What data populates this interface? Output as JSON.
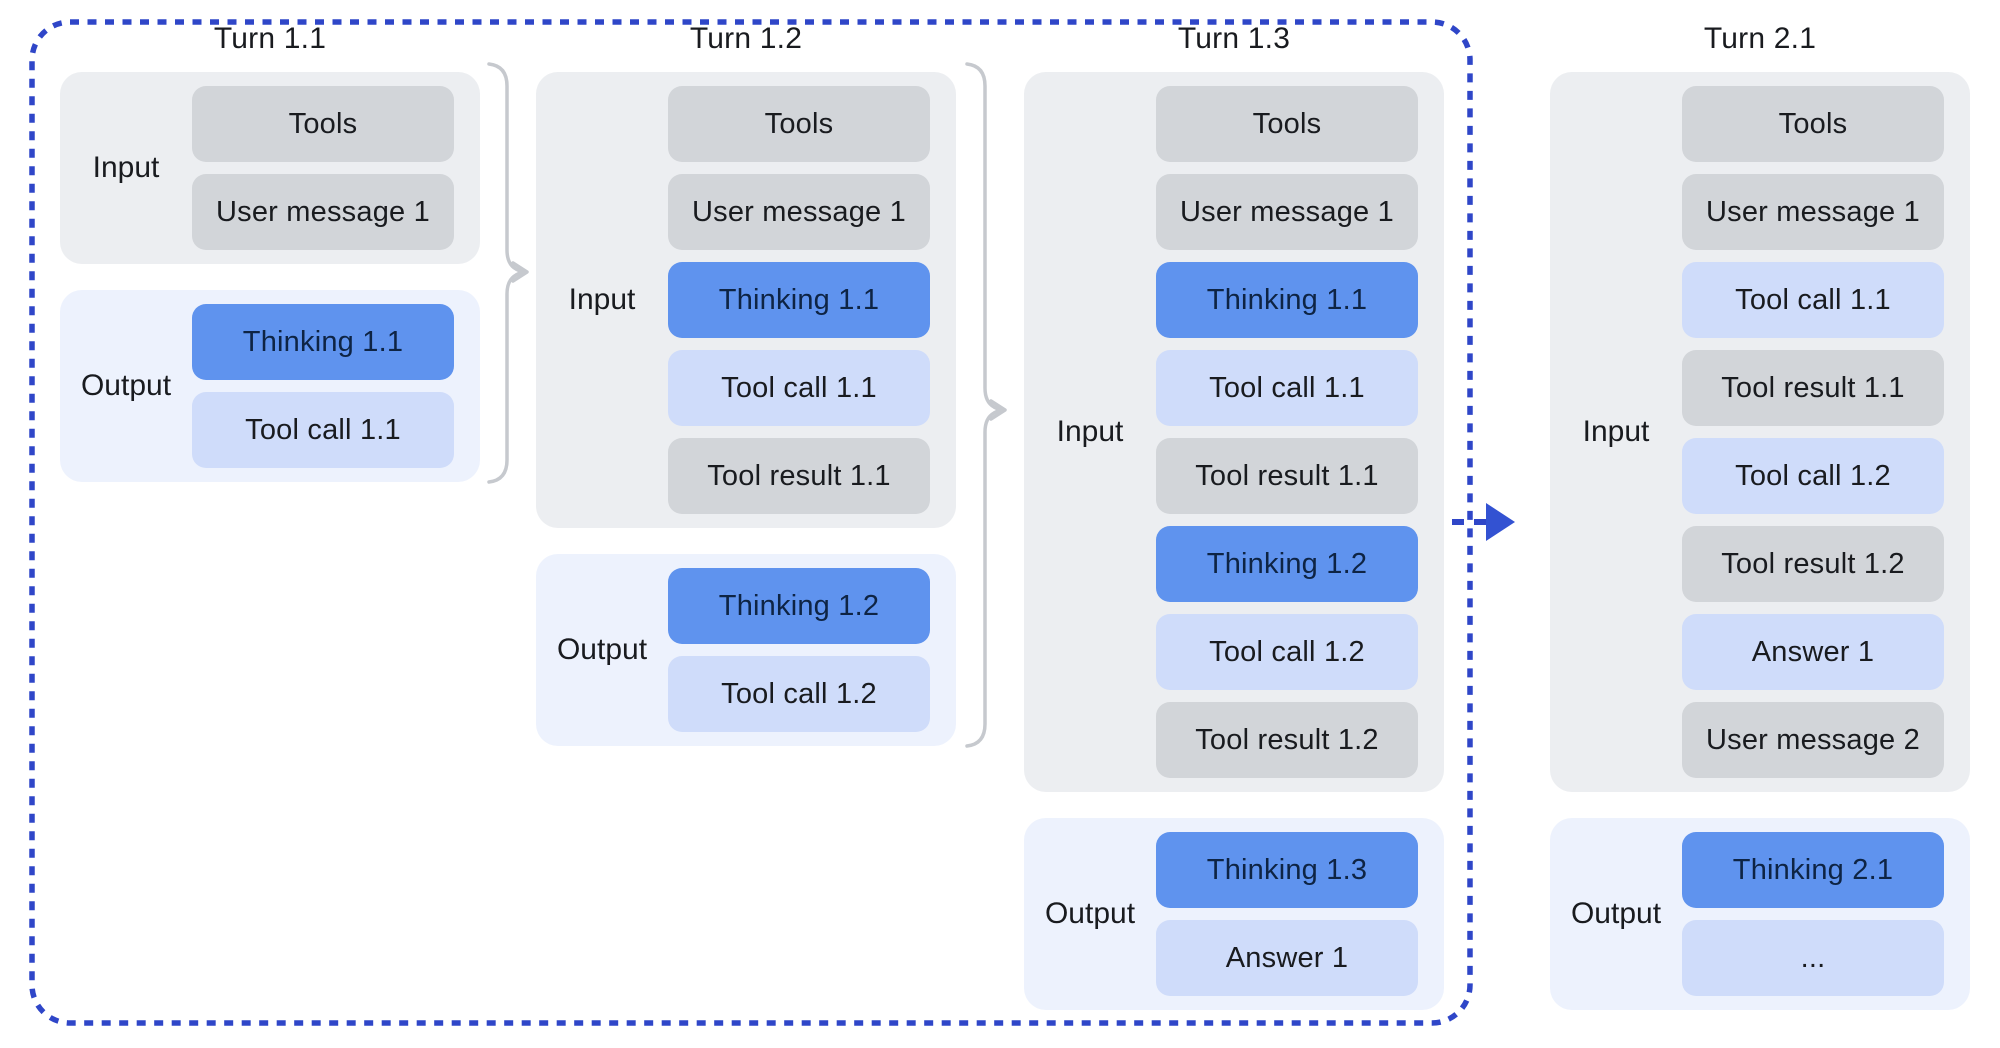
{
  "diagram": {
    "description": "Multi-turn conversation context diagram with thinking blocks",
    "colors": {
      "frame_blue": "#2f46c8",
      "arrow_blue": "#3352d2",
      "brace_gray": "#c6c9ce",
      "chip_gray": "#d2d5d9",
      "chip_light_blue": "#cfdcfa",
      "chip_thinking_blue": "#5f93ee",
      "input_group_bg": "#eceef1",
      "output_group_bg": "#edf2fd",
      "text": "#191b1f",
      "thinking_text": "#0e2444"
    },
    "icons": {
      "brace_connector": "curly-brace-arrow-right",
      "next_turn_arrow": "dashed-arrow-right"
    },
    "columns": [
      {
        "title": "Turn 1.1",
        "inside_dashed_frame": true,
        "input": {
          "label": "Input",
          "chips": [
            {
              "label": "Tools",
              "type": "gray"
            },
            {
              "label": "User message 1",
              "type": "gray"
            }
          ]
        },
        "output": {
          "label": "Output",
          "chips": [
            {
              "label": "Thinking 1.1",
              "type": "blue"
            },
            {
              "label": "Tool call 1.1",
              "type": "light-blue"
            }
          ]
        }
      },
      {
        "title": "Turn 1.2",
        "inside_dashed_frame": true,
        "input": {
          "label": "Input",
          "chips": [
            {
              "label": "Tools",
              "type": "gray"
            },
            {
              "label": "User message 1",
              "type": "gray"
            },
            {
              "label": "Thinking 1.1",
              "type": "blue"
            },
            {
              "label": "Tool call 1.1",
              "type": "light-blue"
            },
            {
              "label": "Tool result 1.1",
              "type": "gray"
            }
          ]
        },
        "output": {
          "label": "Output",
          "chips": [
            {
              "label": "Thinking 1.2",
              "type": "blue"
            },
            {
              "label": "Tool call 1.2",
              "type": "light-blue"
            }
          ]
        }
      },
      {
        "title": "Turn 1.3",
        "inside_dashed_frame": true,
        "input": {
          "label": "Input",
          "chips": [
            {
              "label": "Tools",
              "type": "gray"
            },
            {
              "label": "User message 1",
              "type": "gray"
            },
            {
              "label": "Thinking 1.1",
              "type": "blue"
            },
            {
              "label": "Tool call 1.1",
              "type": "light-blue"
            },
            {
              "label": "Tool result 1.1",
              "type": "gray"
            },
            {
              "label": "Thinking 1.2",
              "type": "blue"
            },
            {
              "label": "Tool call 1.2",
              "type": "light-blue"
            },
            {
              "label": "Tool result 1.2",
              "type": "gray"
            }
          ]
        },
        "output": {
          "label": "Output",
          "chips": [
            {
              "label": "Thinking 1.3",
              "type": "blue"
            },
            {
              "label": "Answer 1",
              "type": "light-blue"
            }
          ]
        }
      },
      {
        "title": "Turn 2.1",
        "inside_dashed_frame": false,
        "input": {
          "label": "Input",
          "chips": [
            {
              "label": "Tools",
              "type": "gray"
            },
            {
              "label": "User message 1",
              "type": "gray"
            },
            {
              "label": "Tool call 1.1",
              "type": "light-blue"
            },
            {
              "label": "Tool result 1.1",
              "type": "gray"
            },
            {
              "label": "Tool call 1.2",
              "type": "light-blue"
            },
            {
              "label": "Tool result 1.2",
              "type": "gray"
            },
            {
              "label": "Answer 1",
              "type": "light-blue"
            },
            {
              "label": "User message 2",
              "type": "gray"
            }
          ]
        },
        "output": {
          "label": "Output",
          "chips": [
            {
              "label": "Thinking 2.1",
              "type": "blue"
            },
            {
              "label": "...",
              "type": "light-blue"
            }
          ]
        }
      }
    ]
  }
}
